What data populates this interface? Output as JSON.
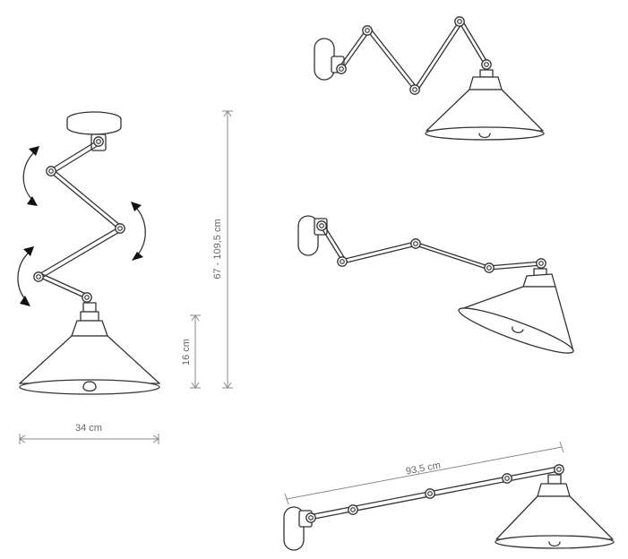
{
  "dimensions": {
    "width_label": "34 cm",
    "shade_height_label": "16 cm",
    "total_height_label": "67 - 109,5 cm",
    "extended_length_label": "93,5 cm"
  },
  "colors": {
    "line": "#333333",
    "dimension_line": "#8a8a8a",
    "dimension_text": "#666666",
    "rotation_arrow": "#111111"
  }
}
